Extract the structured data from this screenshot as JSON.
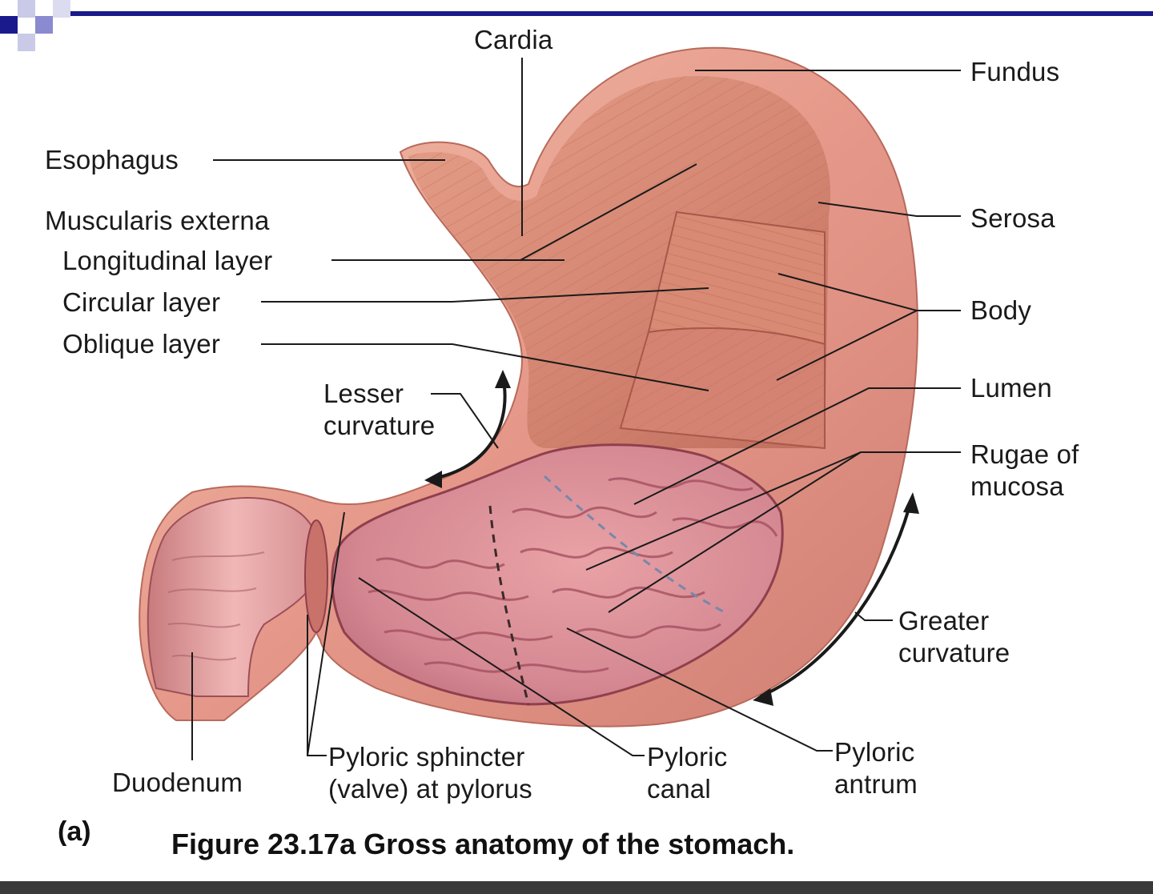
{
  "labels": {
    "cardia": "Cardia",
    "fundus": "Fundus",
    "esophagus": "Esophagus",
    "muscularis_externa": "Muscularis externa",
    "longitudinal_layer": "Longitudinal layer",
    "circular_layer": "Circular layer",
    "oblique_layer": "Oblique layer",
    "serosa": "Serosa",
    "body": "Body",
    "lumen": "Lumen",
    "rugae_line1": "Rugae of",
    "rugae_line2": "mucosa",
    "lesser_line1": "Lesser",
    "lesser_line2": "curvature",
    "greater_line1": "Greater",
    "greater_line2": "curvature",
    "duodenum": "Duodenum",
    "pyloric_sphincter_line1": "Pyloric sphincter",
    "pyloric_sphincter_line2": "(valve) at pylorus",
    "pyloric_canal_line1": "Pyloric",
    "pyloric_canal_line2": "canal",
    "pyloric_antrum_line1": "Pyloric",
    "pyloric_antrum_line2": "antrum"
  },
  "caption": {
    "panel": "(a)",
    "title": "Figure 23.17a  Gross anatomy of the stomach."
  },
  "colors": {
    "serosa": "#e9a08a",
    "muscle": "#d98873",
    "muscle_dark": "#b9604f",
    "mucosa": "#d88f94",
    "mucosa_dark": "#a85260",
    "accent_blue": "#1a1a8c"
  }
}
